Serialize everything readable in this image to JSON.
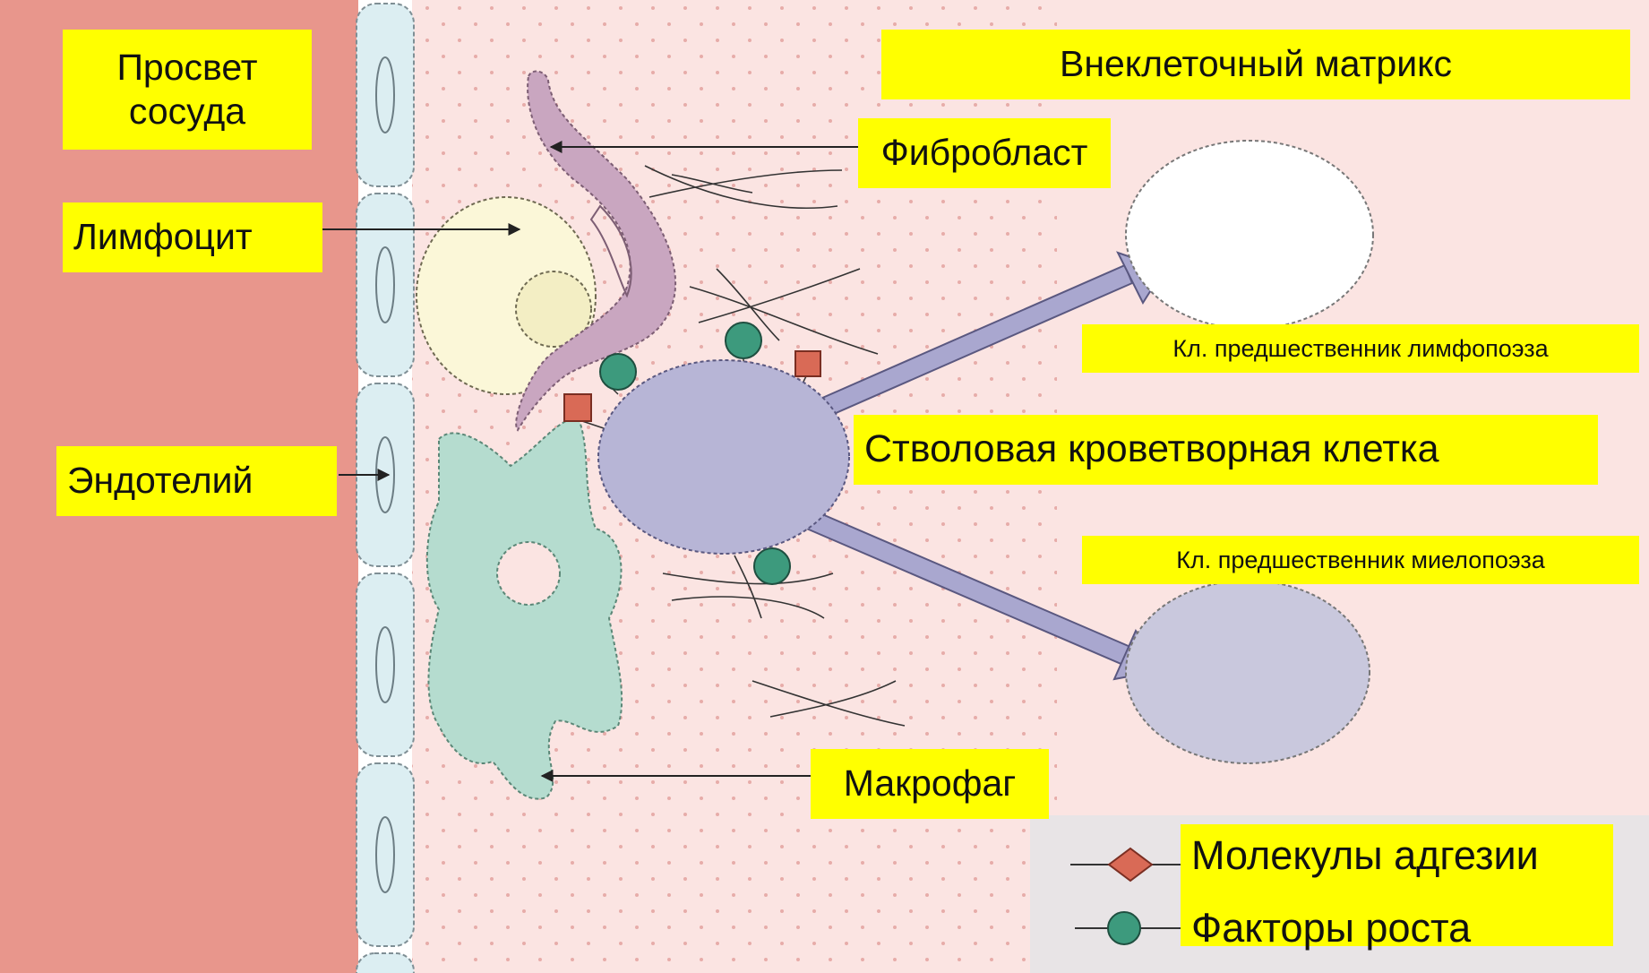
{
  "labels": {
    "lumen": "Просвет\nсосуда",
    "ecm": "Внеклеточный матрикс",
    "fibroblast": "Фибробласт",
    "lymphocyte": "Лимфоцит",
    "endothelium": "Эндотелий",
    "lymph_progenitor": "Кл. предшественник лимфопоэза",
    "stem_cell": "Стволовая кроветворная клетка",
    "myelo_progenitor": "Кл. предшественник миелопоэза",
    "macrophage": "Макрофаг"
  },
  "legend": {
    "adhesion": "Молекулы адгезии",
    "growth": "Факторы роста"
  },
  "colors": {
    "lumen": "#e8968c",
    "endothelium": "#dceef2",
    "matrix": "#fbe4e2",
    "fibroblast": "#c9a6c0",
    "lymphocyte": "#fbf7d8",
    "macrophage": "#b5dccf",
    "stem_cell": "#b7b5d6",
    "growth_factor": "#3d9a7d",
    "adhesion_molecule": "#d96a56",
    "label_bg": "#ffff00"
  }
}
